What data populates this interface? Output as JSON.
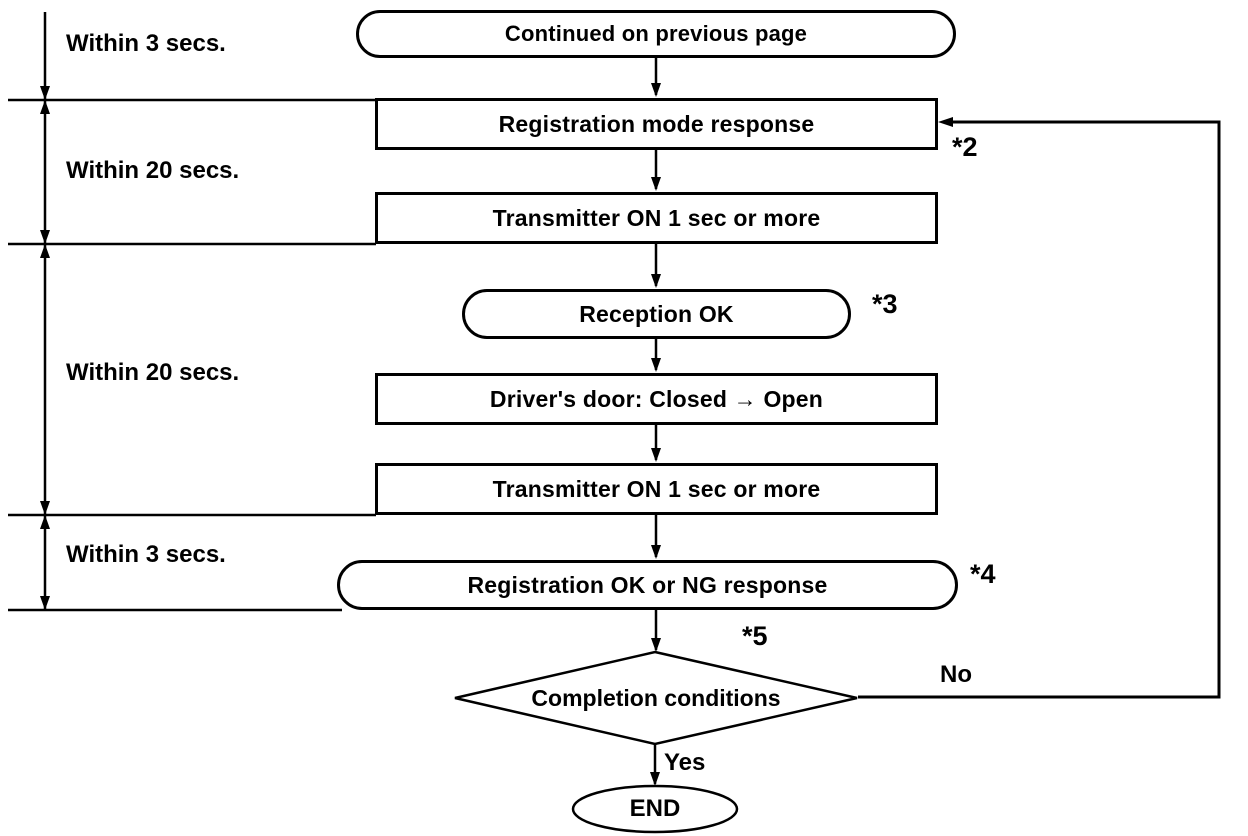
{
  "diagram": {
    "title_hint": "Transmitter registration flowchart (continued)",
    "nodes": {
      "start": "Continued on previous page",
      "registration_mode": "Registration mode response",
      "transmitter_on_1": "Transmitter ON 1 sec or more",
      "reception_ok": "Reception OK",
      "drivers_door": "Driver's door: Closed → Open",
      "transmitter_on_2": "Transmitter ON 1 sec or more",
      "registration_result": "Registration OK or NG response",
      "decision": "Completion conditions",
      "end": "END"
    },
    "timings": [
      {
        "label": "Within 3 secs."
      },
      {
        "label": "Within 20 secs."
      },
      {
        "label": "Within 20 secs."
      },
      {
        "label": "Within 3 secs."
      }
    ],
    "footnotes": {
      "f2": "*2",
      "f3": "*3",
      "f4": "*4",
      "f5": "*5"
    },
    "branches": {
      "no": "No",
      "yes": "Yes"
    },
    "colors": {
      "ink": "#000000",
      "paper": "#ffffff"
    }
  }
}
